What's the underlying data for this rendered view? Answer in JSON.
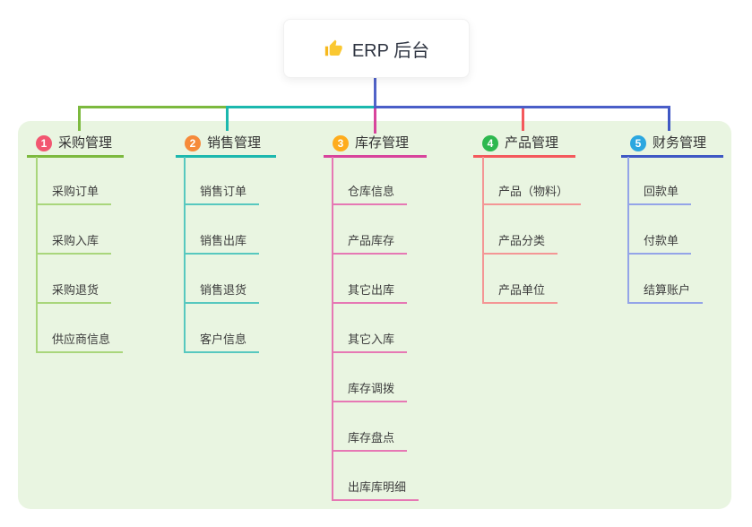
{
  "root": {
    "label": "ERP 后台",
    "icon": "thumbs-up-icon"
  },
  "branches": [
    {
      "num": "1",
      "label": "采购管理",
      "color": "#7cb93e",
      "light": "#a9d67b",
      "badge_color": "#f25670",
      "children": [
        "采购订单",
        "采购入库",
        "采购退货",
        "供应商信息"
      ]
    },
    {
      "num": "2",
      "label": "销售管理",
      "color": "#1cb8ae",
      "light": "#57c8bf",
      "badge_color": "#f68a3a",
      "children": [
        "销售订单",
        "销售出库",
        "销售退货",
        "客户信息"
      ]
    },
    {
      "num": "3",
      "label": "库存管理",
      "color": "#d8449c",
      "light": "#e678b4",
      "badge_color": "#feac1d",
      "children": [
        "仓库信息",
        "产品库存",
        "其它出库",
        "其它入库",
        "库存调拨",
        "库存盘点",
        "出库库明细"
      ]
    },
    {
      "num": "4",
      "label": "产品管理",
      "color": "#f4595c",
      "light": "#f49695",
      "badge_color": "#2eb84f",
      "children": [
        "产品（物料）",
        "产品分类",
        "产品单位"
      ]
    },
    {
      "num": "5",
      "label": "财务管理",
      "color": "#3f58c4",
      "light": "#94a4e8",
      "badge_color": "#2ba7e0",
      "children": [
        "回款单",
        "付款单",
        "结算账户"
      ]
    }
  ],
  "colors": {
    "canvas_bg": "#ffffff",
    "panel_bg": "#e9f5e1",
    "root_line": "#5163c8",
    "connector_blue": "#4a5ec8",
    "node_bg": "#ffffff",
    "root_text": "#2f3542",
    "label_text": "#333333",
    "child_text": "#3d3d3d"
  }
}
